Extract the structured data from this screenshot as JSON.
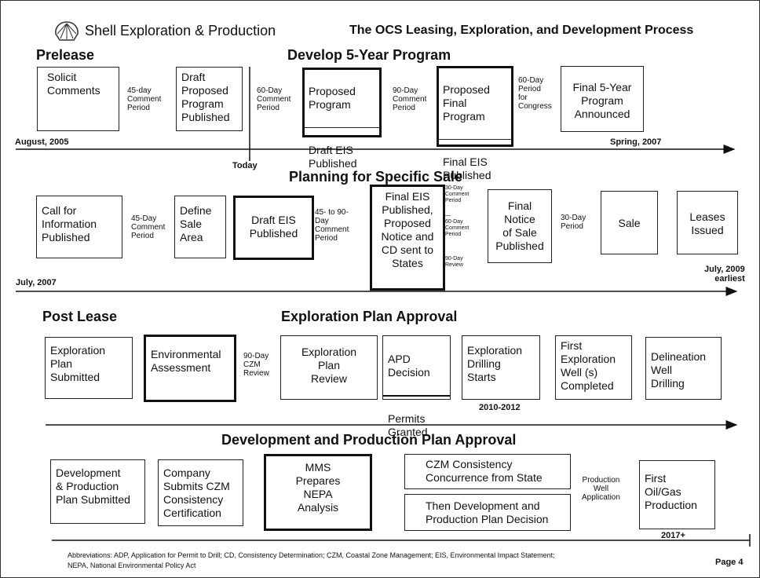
{
  "header": {
    "company": "Shell Exploration & Production",
    "title": "The OCS Leasing, Exploration, and Development Process"
  },
  "sections": {
    "prelease": "Prelease",
    "develop": "Develop 5-Year Program",
    "planning": "Planning for Specific Sale",
    "post_lease": "Post Lease",
    "exploration": "Exploration Plan Approval",
    "development": "Development and Production Plan Approval"
  },
  "row1": {
    "boxes": {
      "solicit": "Solicit\nComments",
      "draft_program": "Draft\nProposed\nProgram\nPublished",
      "proposed_program": "Proposed\nProgram",
      "draft_eis": "Draft EIS\nPublished",
      "proposed_final": "Proposed\nFinal\nProgram",
      "final_eis": "Final EIS\nPublished",
      "final_5yr": "Final 5-Year\nProgram\nAnnounced"
    },
    "periods": {
      "p1": "45-day\nComment\nPeriod",
      "p2": "60-Day\nComment\nPeriod",
      "p3": "90-Day\nComment\nPeriod",
      "p4": "60-Day\nPeriod\nfor\nCongress"
    },
    "start_date": "August, 2005",
    "end_date": "Spring, 2007",
    "today": "Today"
  },
  "row2": {
    "boxes": {
      "call": "Call for\nInformation\nPublished",
      "define": "Define\nSale\nArea",
      "draft_eis": "Draft EIS\nPublished",
      "final_eis": "Final EIS\nPublished,\nProposed\nNotice and\nCD sent to\nStates",
      "final_notice": "Final\nNotice\nof Sale\nPublished",
      "sale": "Sale",
      "leases": "Leases\nIssued"
    },
    "periods": {
      "p1": "45-Day\nComment\nPeriod",
      "p2": "45- to 90-\nDay\nComment\nPeriod",
      "p3": "30-Day\nPeriod"
    },
    "tiny": {
      "t1": "30-Day\nComment\nPeriod",
      "t2": "—\n60-Day\nComment\nPeriod",
      "t3": "90-Day\nReview"
    },
    "start_date": "July, 2007",
    "end_date": "July, 2009\nearliest"
  },
  "row3": {
    "boxes": {
      "exp_submitted": "Exploration\nPlan\nSubmitted",
      "env": "Environmental\nAssessment",
      "exp_review": "Exploration\nPlan\nReview",
      "apd": "APD\nDecision",
      "permits": "Permits\nGranted",
      "drilling": "Exploration\nDrilling\nStarts",
      "first_well": "First\nExploration\nWell (s)\nCompleted",
      "delineation": "Delineation\nWell\nDrilling"
    },
    "periods": {
      "p1": "90-Day\nCZM\nReview"
    },
    "date": "2010-2012"
  },
  "row4": {
    "boxes": {
      "dev_submitted": "Development\n& Production\nPlan Submitted",
      "czm_cert": "Company\nSubmits CZM\nConsistency\nCertification",
      "mms": "MMS\nPrepares\nNEPA\nAnalysis",
      "czm_concur": "CZM Consistency\nConcurrence from State",
      "dev_decision": "Then Development and\nProduction Plan Decision",
      "first_oil": "First\nOil/Gas\nProduction"
    },
    "periods": {
      "p1": "Production\nWell\nApplication"
    },
    "date": "2017+"
  },
  "footer": {
    "abbrev_line1": "Abbreviations:  ADP, Application for Permit to Drill; CD, Consistency Determination; CZM, Coastal Zone Management; EIS, Environmental Impact Statement;",
    "abbrev_line2": "NEPA, National Environmental Policy Act",
    "page": "Page 4"
  }
}
